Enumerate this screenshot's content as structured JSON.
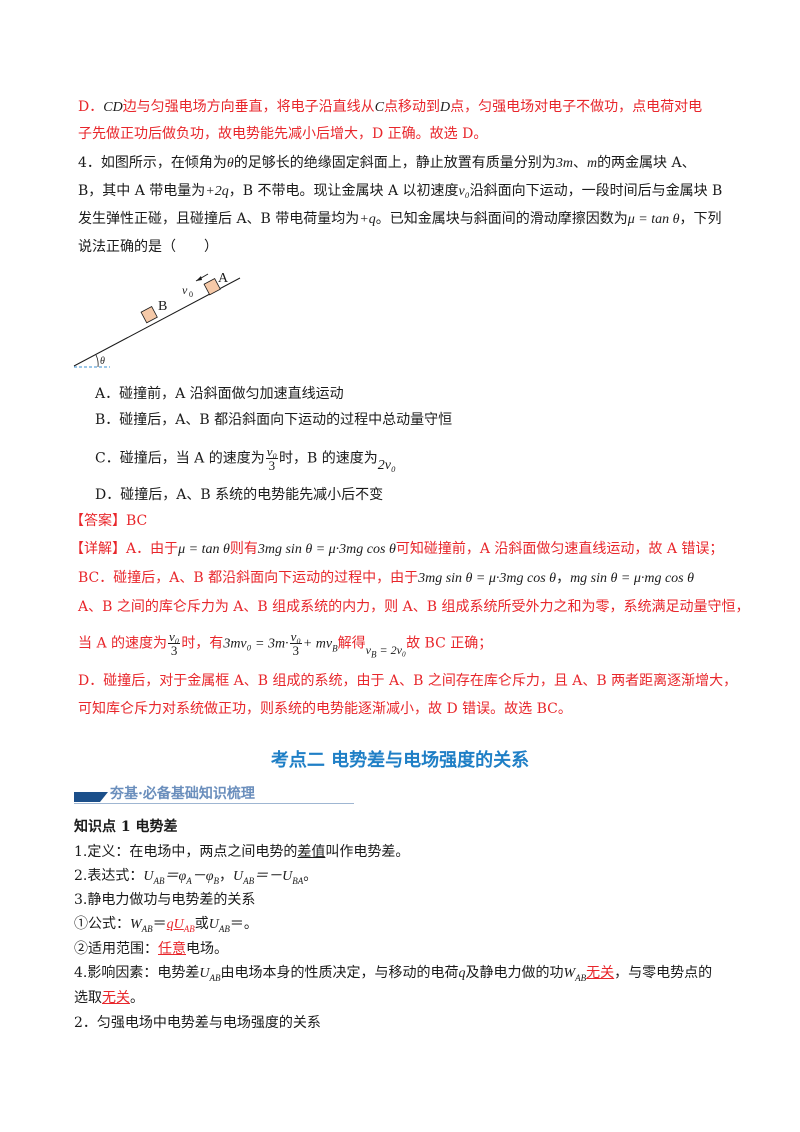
{
  "prev_answer": {
    "line1_a": "D．",
    "line1_cd": "CD",
    "line1_b": "边与匀强电场方向垂直，将电子沿直线从",
    "line1_c": "C",
    "line1_d": "点移动到",
    "line1_dpt": "D",
    "line1_e": "点，匀强电场对电子不做功，点电荷对电",
    "line2": "子先做正功后做负功，故电势能先减小后增大，D 正确。故选 D。"
  },
  "question4": {
    "l1_a": "4．如图所示，在倾角为",
    "l1_theta": "θ",
    "l1_b": "的足够长的绝缘固定斜面上，静止放置有质量分别为",
    "l1_3m": "3m",
    "l1_c": "、",
    "l1_m": "m",
    "l1_d": "的两金属块 A、",
    "l2_a": "B，其中 A 带电量为",
    "l2_q": "+2q",
    "l2_b": "，B 不带电。现让金属块 A 以初速度",
    "l2_v0": "v₀",
    "l2_c": "沿斜面向下运动，一段时间后与金属块 B",
    "l3_a": "发生弹性正碰，且碰撞后 A、B 带电荷量均为",
    "l3_q": "+q",
    "l3_b": "。已知金属块与斜面间的滑动摩擦因数为",
    "l3_mu": "μ = tan θ",
    "l3_c": "，下列",
    "l4": "说法正确的是（　　）",
    "diagram": {
      "label_a": "A",
      "label_b": "B",
      "label_v0": "v",
      "label_v0_sub": "0",
      "label_theta": "θ"
    },
    "options": [
      {
        "label": "A．碰撞前，A 沿斜面做匀加速直线运动"
      },
      {
        "label": "B．碰撞后，A、B 都沿斜面向下运动的过程中总动量守恒"
      },
      {
        "label_a": "C．碰撞后，当 A 的速度为",
        "frac_num": "v₀",
        "frac_den": "3",
        "label_b": "时，B 的速度为",
        "label_c": "2v₀"
      },
      {
        "label": "D．碰撞后，A、B 系统的电势能先减小后不变"
      }
    ]
  },
  "answer": {
    "tag": "【答案】",
    "value": "BC"
  },
  "detail": {
    "tag": "【详解】",
    "l1_a": "A．由于",
    "l1_eq1": "μ = tan θ",
    "l1_b": "则有",
    "l1_eq2": "3mg sin θ = μ·3mg cos θ",
    "l1_c": "可知碰撞前，A 沿斜面做匀速直线运动，故 A 错误；",
    "l2_a": "BC．碰撞后，A、B 都沿斜面向下运动的过程中，由于",
    "l2_eq1": "3mg sin θ = μ·3mg cos θ",
    "l2_sep": "，",
    "l2_eq2": "mg sin θ = μ·mg cos θ",
    "l3": "A、B 之间的库仑斥力为 A、B 组成系统的内力，则 A、B 组成系统所受外力之和为零，系统满足动量守恒，",
    "l4_a": "当 A 的速度为",
    "l4_frac_num": "v₀",
    "l4_frac_den": "3",
    "l4_b": "时，有",
    "l4_eq_a": "3mv₀ = 3m·",
    "l4_eq_num": "v₀",
    "l4_eq_den": "3",
    "l4_eq_b": "+ mv",
    "l4_eq_b_sub": "B",
    "l4_c": "解得",
    "l4_eq2": "v",
    "l4_eq2_sub": "B",
    "l4_eq2_b": " = 2v₀",
    "l4_d": "故 BC 正确；",
    "l5": "D．碰撞后，对于金属框 A、B 组成的系统，由于 A、B 之间存在库仑斥力，且 A、B 两者距离逐渐增大，",
    "l6": "可知库仑斥力对系统做正功，则系统的电势能逐渐减小，故 D 错误。故选 BC。"
  },
  "section": {
    "title": "考点二  电势差与电场强度的关系",
    "banner": "夯基·必备基础知识梳理",
    "kp_title": "知识点 1  电势差",
    "def_a": "1.定义：在电场中，两点之间电势的",
    "def_u": "差值",
    "def_b": "叫作电势差。",
    "expr_a": "2.表达式：",
    "expr_eq": "U",
    "expr_full": "U_AB=φ_A−φ_B，U_AB=−U_BA。",
    "rel": "3.静电力做功与电势差的关系",
    "formula_a": "①公式：",
    "formula_w": "W",
    "formula_w_sub": "AB",
    "formula_eq": "＝",
    "formula_ans": "qU",
    "formula_ans_sub": "AB",
    "formula_or": "或",
    "formula_u": "U",
    "formula_u_sub": "AB",
    "formula_end": "＝。",
    "scope_a": "②适用范围：",
    "scope_u": "任意",
    "scope_b": "电场。",
    "factor_a": "4.影响因素：电势差",
    "factor_u": "U",
    "factor_u_sub": "AB",
    "factor_b": "由电场本身的性质决定，与移动的电荷",
    "factor_q": "q",
    "factor_c": "及静电力做的功",
    "factor_w": "W",
    "factor_w_sub": "AB",
    "factor_ans": "无关",
    "factor_d": "，与零电势点的",
    "factor2_a": "选取",
    "factor2_ans": "无关",
    "factor2_b": "。",
    "sub2": "2．匀强电场中电势差与电场强度的关系"
  },
  "colors": {
    "answer_red": "#e8262b",
    "section_blue": "#1f7fc6",
    "banner_navy": "#1b4f8a",
    "banner_text": "#6a8ebc",
    "block_fill": "#f5c9a8"
  }
}
